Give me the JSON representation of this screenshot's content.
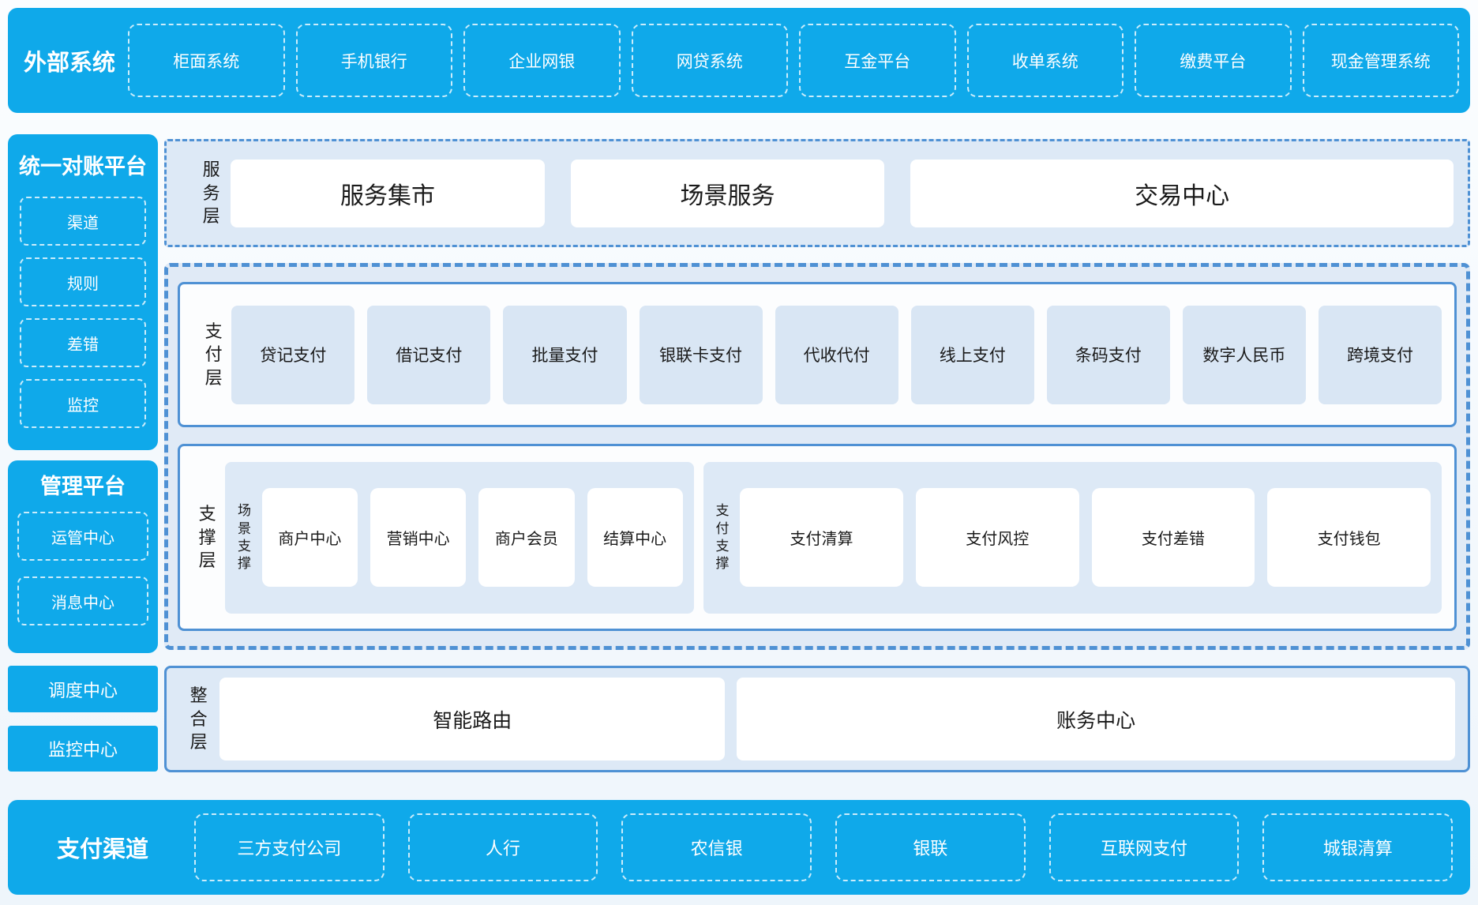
{
  "colors": {
    "accent_blue": "#0fa9ea",
    "border_blue": "#4f91d4",
    "panel_light_blue": "#dde9f6",
    "item_light_blue": "#d9e6f4",
    "white": "#ffffff",
    "text_dark": "#1a1a1a"
  },
  "top_bar": {
    "title": "外部系统",
    "items": [
      "柜面系统",
      "手机银行",
      "企业网银",
      "网贷系统",
      "互金平台",
      "收单系统",
      "缴费平台",
      "现金管理系统"
    ]
  },
  "sidebar": {
    "recon": {
      "title": "统一对账平台",
      "items": [
        "渠道",
        "规则",
        "差错",
        "监控"
      ]
    },
    "mgmt": {
      "title": "管理平台",
      "items": [
        "运管中心",
        "消息中心"
      ]
    },
    "scheduler": "调度中心",
    "monitor": "监控中心"
  },
  "service_layer": {
    "label": "服务层",
    "items": [
      "服务集市",
      "场景服务",
      "交易中心"
    ]
  },
  "payment_layer": {
    "label": "支付层",
    "items": [
      "贷记支付",
      "借记支付",
      "批量支付",
      "银联卡支付",
      "代收代付",
      "线上支付",
      "条码支付",
      "数字人民币",
      "跨境支付"
    ]
  },
  "support_layer": {
    "label": "支撑层",
    "groups": [
      {
        "label": "场景支撑",
        "items": [
          "商户中心",
          "营销中心",
          "商户会员",
          "结算中心"
        ]
      },
      {
        "label": "支付支撑",
        "items": [
          "支付清算",
          "支付风控",
          "支付差错",
          "支付钱包"
        ]
      }
    ]
  },
  "integration_layer": {
    "label": "整合层",
    "items": [
      "智能路由",
      "账务中心"
    ]
  },
  "bottom_bar": {
    "title": "支付渠道",
    "items": [
      "三方支付公司",
      "人行",
      "农信银",
      "银联",
      "互联网支付",
      "城银清算"
    ]
  }
}
